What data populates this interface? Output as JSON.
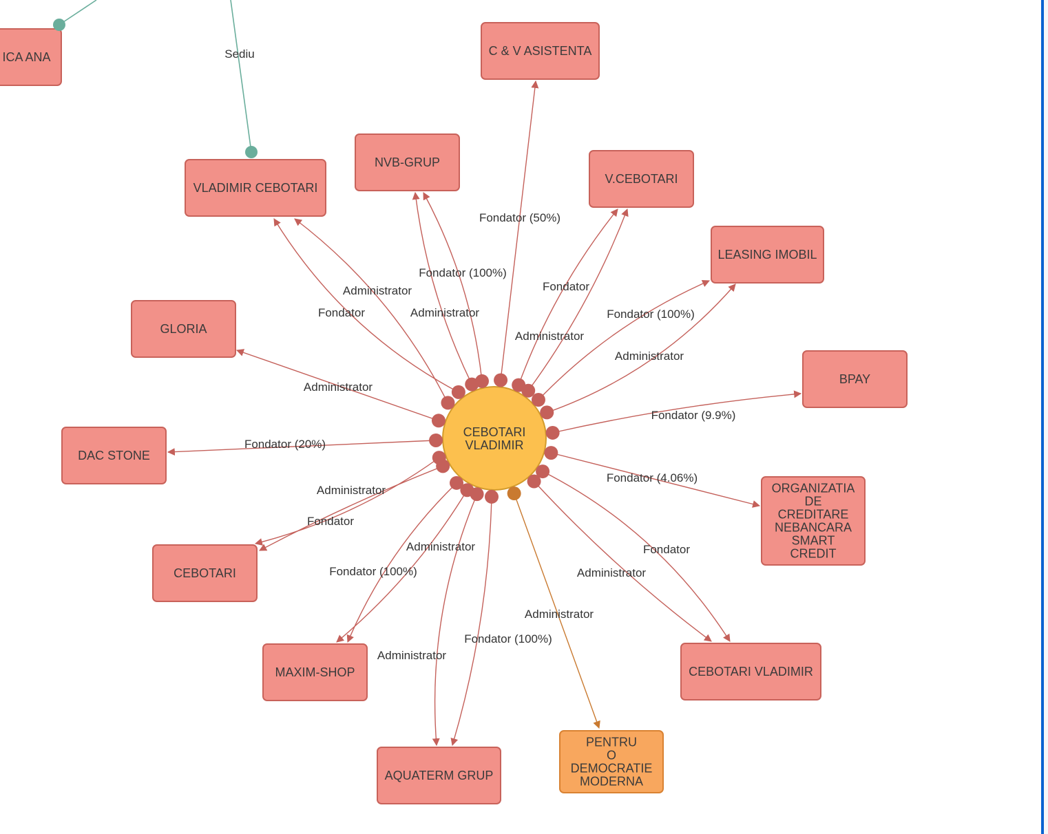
{
  "center": {
    "id": "center",
    "lines": [
      "CEBOTARI",
      "VLADIMIR"
    ]
  },
  "nodes": [
    {
      "id": "ica",
      "lines": [
        "ICA ANA"
      ],
      "kind": "company"
    },
    {
      "id": "cv",
      "lines": [
        "C & V ASISTENTA"
      ],
      "kind": "company"
    },
    {
      "id": "nvb",
      "lines": [
        "NVB-GRUP"
      ],
      "kind": "company"
    },
    {
      "id": "vlad",
      "lines": [
        "VLADIMIR CEBOTARI"
      ],
      "kind": "company"
    },
    {
      "id": "vceb",
      "lines": [
        "V.CEBOTARI"
      ],
      "kind": "company"
    },
    {
      "id": "leasing",
      "lines": [
        "LEASING IMOBIL"
      ],
      "kind": "company"
    },
    {
      "id": "gloria",
      "lines": [
        "GLORIA"
      ],
      "kind": "company"
    },
    {
      "id": "bpay",
      "lines": [
        "BPAY"
      ],
      "kind": "company"
    },
    {
      "id": "dac",
      "lines": [
        "DAC STONE"
      ],
      "kind": "company"
    },
    {
      "id": "org",
      "lines": [
        "ORGANIZATIA",
        "DE",
        "CREDITARE",
        "NEBANCARA",
        "SMART",
        "CREDIT"
      ],
      "kind": "company"
    },
    {
      "id": "ceb",
      "lines": [
        "CEBOTARI"
      ],
      "kind": "company"
    },
    {
      "id": "maxim",
      "lines": [
        "MAXIM-SHOP"
      ],
      "kind": "company"
    },
    {
      "id": "cebvlad",
      "lines": [
        "CEBOTARI VLADIMIR"
      ],
      "kind": "company"
    },
    {
      "id": "aqua",
      "lines": [
        "AQUATERM GRUP"
      ],
      "kind": "company"
    },
    {
      "id": "pentru",
      "lines": [
        "PENTRU",
        "O",
        "DEMOCRATIE",
        "MODERNA"
      ],
      "kind": "party"
    }
  ],
  "edges": [
    {
      "target": "vlad",
      "label": "Fondator",
      "kind": "role"
    },
    {
      "target": "vlad",
      "label": "Administrator",
      "kind": "role"
    },
    {
      "target": "nvb",
      "label": "Administrator",
      "kind": "role"
    },
    {
      "target": "nvb",
      "label": "Fondator (100%)",
      "kind": "role"
    },
    {
      "target": "cv",
      "label": "Fondator (50%)",
      "kind": "role"
    },
    {
      "target": "vceb",
      "label": "Fondator",
      "kind": "role"
    },
    {
      "target": "vceb",
      "label": "Administrator",
      "kind": "role"
    },
    {
      "target": "leasing",
      "label": "Fondator (100%)",
      "kind": "role"
    },
    {
      "target": "leasing",
      "label": "Administrator",
      "kind": "role"
    },
    {
      "target": "bpay",
      "label": "Fondator (9.9%)",
      "kind": "role"
    },
    {
      "target": "org",
      "label": "Fondator (4.06%)",
      "kind": "role"
    },
    {
      "target": "cebvlad",
      "label": "Fondator",
      "kind": "role"
    },
    {
      "target": "cebvlad",
      "label": "Administrator",
      "kind": "role"
    },
    {
      "target": "pentru",
      "label": "Administrator",
      "kind": "party"
    },
    {
      "target": "aqua",
      "label": "Fondator (100%)",
      "kind": "role"
    },
    {
      "target": "aqua",
      "label": "Administrator",
      "kind": "role"
    },
    {
      "target": "maxim",
      "label": "Fondator (100%)",
      "kind": "role"
    },
    {
      "target": "maxim",
      "label": "Administrator",
      "kind": "role"
    },
    {
      "target": "ceb",
      "label": "Administrator",
      "kind": "role"
    },
    {
      "target": "ceb",
      "label": "Fondator",
      "kind": "role"
    },
    {
      "target": "dac",
      "label": "Fondator (20%)",
      "kind": "role"
    },
    {
      "target": "gloria",
      "label": "Administrator",
      "kind": "role"
    }
  ],
  "extra_edges": [
    {
      "label": "",
      "kind": "address"
    },
    {
      "label": "Sediu",
      "kind": "address"
    }
  ],
  "colors": {
    "company_fill": "#f29189",
    "company_stroke": "#c8625a",
    "party_fill": "#f8a75e",
    "party_stroke": "#d98232",
    "center_fill": "#fcc04e",
    "center_stroke": "#d39b2b",
    "role_edge": "#c4605a",
    "party_edge": "#c97a30",
    "address_edge": "#6aae9c"
  }
}
